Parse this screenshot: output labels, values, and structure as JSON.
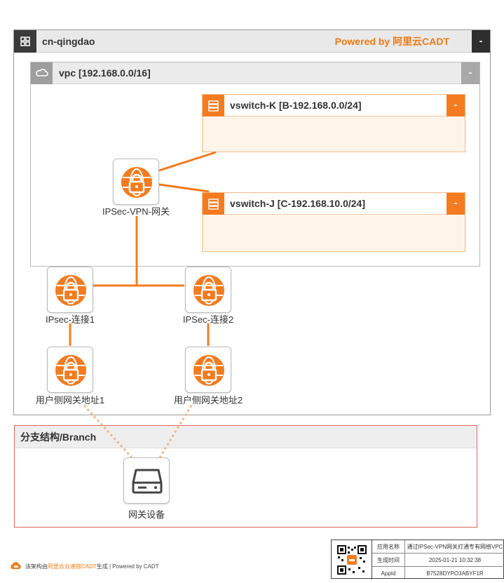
{
  "region": {
    "title": "cn-qingdao",
    "powered": "Powered by 阿里云CADT",
    "collapse": "-"
  },
  "vpc": {
    "title": "vpc [192.168.0.0/16]",
    "collapse": "-"
  },
  "vswitches": [
    {
      "title": "vswitch-K [B-192.168.0.0/24]",
      "collapse": "-"
    },
    {
      "title": "vswitch-J [C-192.168.10.0/24]",
      "collapse": "-"
    }
  ],
  "nodes": {
    "vpn_gateway": "IPSec-VPN-网关",
    "conn1": "IPsec-连接1",
    "conn2": "IPSec-连接2",
    "cgw1": "用户侧网关地址1",
    "cgw2": "用户侧网关地址2",
    "device": "网关设备"
  },
  "branch": {
    "title": "分支结构/Branch"
  },
  "footer": {
    "note_prefix": "该架构由",
    "note_link": "阿里云云速搭CADT",
    "note_suffix": "生成 | Powered by CADT"
  },
  "info": {
    "rows": [
      {
        "key": "应用名称",
        "value": "通过IPSec-VPN网关打通专有网络VPC"
      },
      {
        "key": "生成时间",
        "value": "2025-01-21 10:32:38"
      },
      {
        "key": "AppId",
        "value": "B7528DYPO3ABYF1R"
      }
    ]
  },
  "colors": {
    "accent": "#f47b1f",
    "brand_text": "#f07a12",
    "branch_border": "#e0685d"
  },
  "icons": {
    "region": "grid-icon",
    "vpc": "cloud-icon",
    "vswitch": "server-icon",
    "gateway": "vpn-lock-icon",
    "device": "hard-drive-icon",
    "logo": "cadt-logo-icon"
  }
}
